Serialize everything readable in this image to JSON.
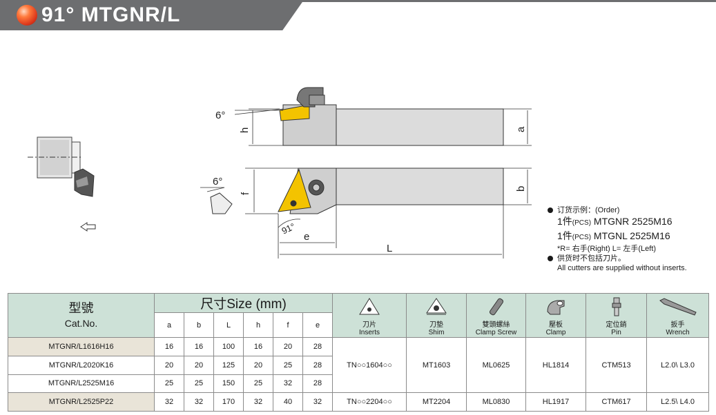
{
  "header": {
    "title": "91° MTGNR/L"
  },
  "drawing": {
    "angle_top": "6°",
    "angle_side": "6°",
    "angle_main": "91°",
    "dim_h": "h",
    "dim_a": "a",
    "dim_b": "b",
    "dim_f": "f",
    "dim_e": "e",
    "dim_L": "L"
  },
  "notes": {
    "order_title": "订货示例：(Order)",
    "order_1_prefix": "1件",
    "order_1_pcs": "(PCS)",
    "order_1_code": "MTGNR 2525M16",
    "order_2_prefix": "1件",
    "order_2_pcs": "(PCS)",
    "order_2_code": "MTGNL 2525M16",
    "hand_note": "*R= 右手(Right)   L= 左手(Left)",
    "supply_cn": "供货时不包括刀片。",
    "supply_en": "All cutters are supplied without inserts."
  },
  "table": {
    "catno_cn": "型號",
    "catno_en": "Cat.No.",
    "size_header": "尺寸Size (mm)",
    "dims": [
      "a",
      "b",
      "L",
      "h",
      "f",
      "e"
    ],
    "accessories": [
      {
        "cn": "刀片",
        "en": "Inserts",
        "icon": "insert-icon"
      },
      {
        "cn": "刀墊",
        "en": "Shim",
        "icon": "shim-icon"
      },
      {
        "cn": "雙頭螺絲",
        "en": "Clamp  Screw",
        "icon": "screw-icon"
      },
      {
        "cn": "壓板",
        "en": "Clamp",
        "icon": "clamp-icon"
      },
      {
        "cn": "定位銷",
        "en": "Pin",
        "icon": "pin-icon"
      },
      {
        "cn": "扳手",
        "en": "Wrench",
        "icon": "wrench-icon"
      }
    ],
    "rows": [
      {
        "cat": "MTGNR/L1616H16",
        "vals": [
          "16",
          "16",
          "100",
          "16",
          "20",
          "28"
        ]
      },
      {
        "cat": "MTGNR/L2020K16",
        "vals": [
          "20",
          "20",
          "125",
          "20",
          "25",
          "28"
        ]
      },
      {
        "cat": "MTGNR/L2525M16",
        "vals": [
          "25",
          "25",
          "150",
          "25",
          "32",
          "28"
        ]
      },
      {
        "cat": "MTGNR/L2525P22",
        "vals": [
          "32",
          "32",
          "170",
          "32",
          "40",
          "32"
        ]
      }
    ],
    "group1": [
      "TN○○1604○○",
      "MT1603",
      "ML0625",
      "HL1814",
      "CTM513",
      "L2.0\\ L3.0"
    ],
    "group2": [
      "TN○○2204○○",
      "MT2204",
      "ML0830",
      "HL1917",
      "CTM617",
      "L2.5\\ L4.0"
    ]
  }
}
